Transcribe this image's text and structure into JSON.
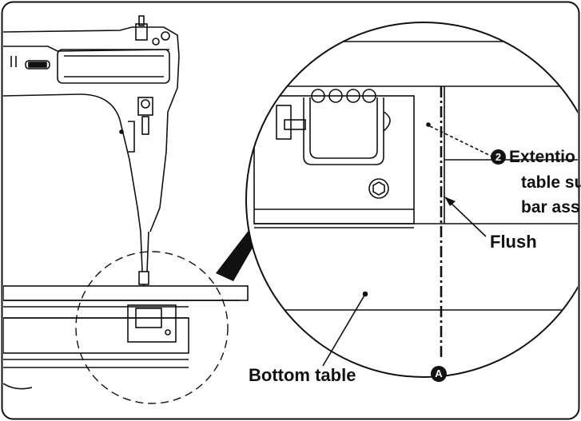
{
  "labels": {
    "extension_marker": "2",
    "extension_line1": "Extentio",
    "extension_line2": "table su",
    "extension_line3": "bar ass",
    "flush": "Flush",
    "bottom_table": "Bottom table",
    "reference_marker": "A"
  }
}
